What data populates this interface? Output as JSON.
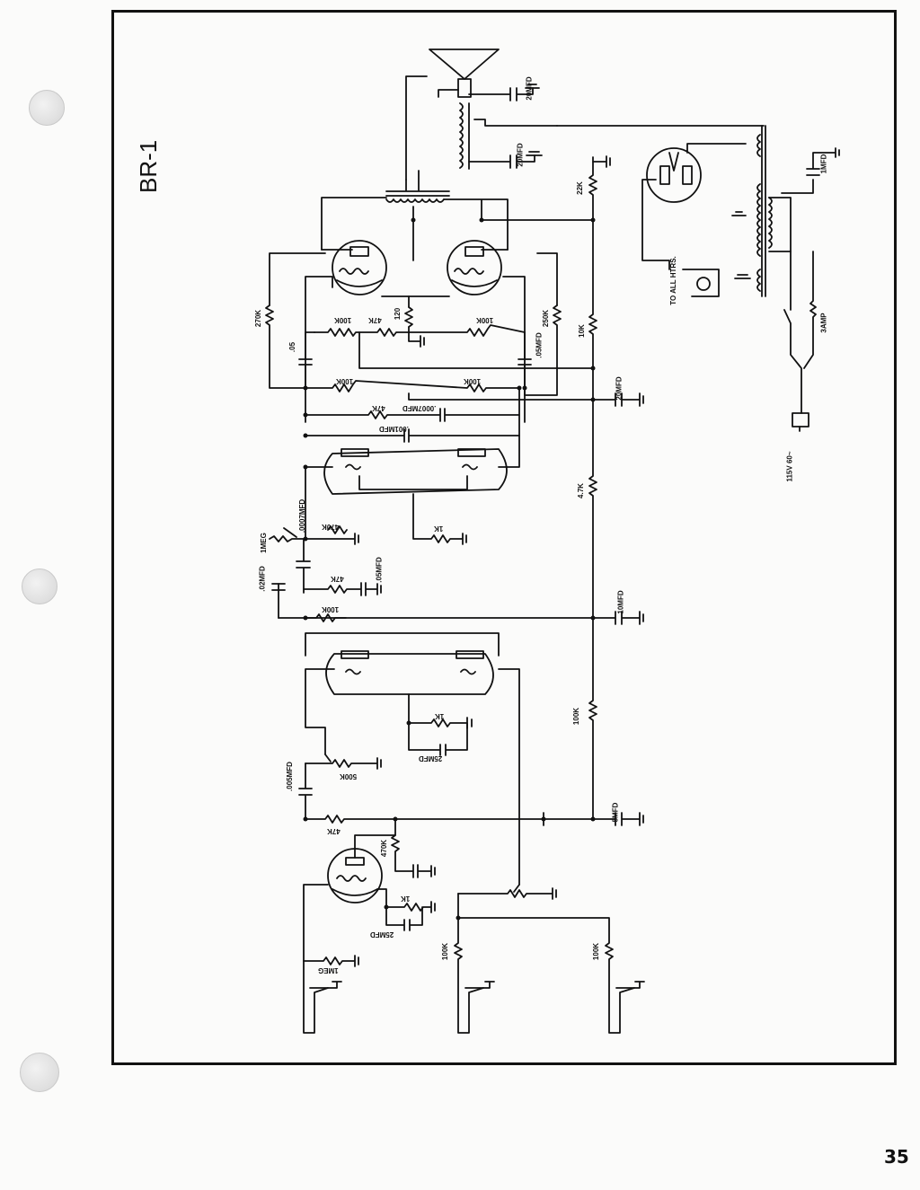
{
  "title": "BR-1",
  "page_number": "35",
  "labels": {
    "r_270k": "270K",
    "r_250k": "250K",
    "r_22k": "22K",
    "r_10k_top": "10K",
    "r_47k_mid": "47K",
    "r_100k_right": "100K",
    "r_100k_a": "100K",
    "r_100k_b": "100K",
    "r_100k_c": "100K",
    "r_100k_d": "100K",
    "r_470k": "470K",
    "r_1meg_pot": "1MEG",
    "r_47k_b": "47K",
    "r_100k_e": "100K",
    "r_500k": "500K",
    "r_47k_c": "47K",
    "r_1k": "1K",
    "r_470k_b": "470K",
    "r_1meg_in": "1MEG",
    "r_100k_f": "100K",
    "r_100k_g": "100K",
    "r_120": "120",
    "r_47k_d": "4.7K",
    "c_05": ".05",
    "c_05mfd": ".05MFD",
    "c_05mfd_b": ".05MFD",
    "c_0007": ".0007MFD",
    "c_20mfd_a": "20MFD",
    "c_20mfd_b": "20MFD",
    "c_20mfd_c": "20MFD",
    "c_10mfd": "10MFD",
    "c_5mfd": "5MFD",
    "c_005": ".005MFD",
    "c_25mfd": "25MFD",
    "c_1mfd": "1MFD",
    "c_001": ".001MFD",
    "c_25mfd_b": "25MFD",
    "fuse": "3AMP",
    "mains": "115V 60~",
    "to_all_htrs": "TO ALL HTRS.",
    "c_02mfd": ".02MFD"
  }
}
